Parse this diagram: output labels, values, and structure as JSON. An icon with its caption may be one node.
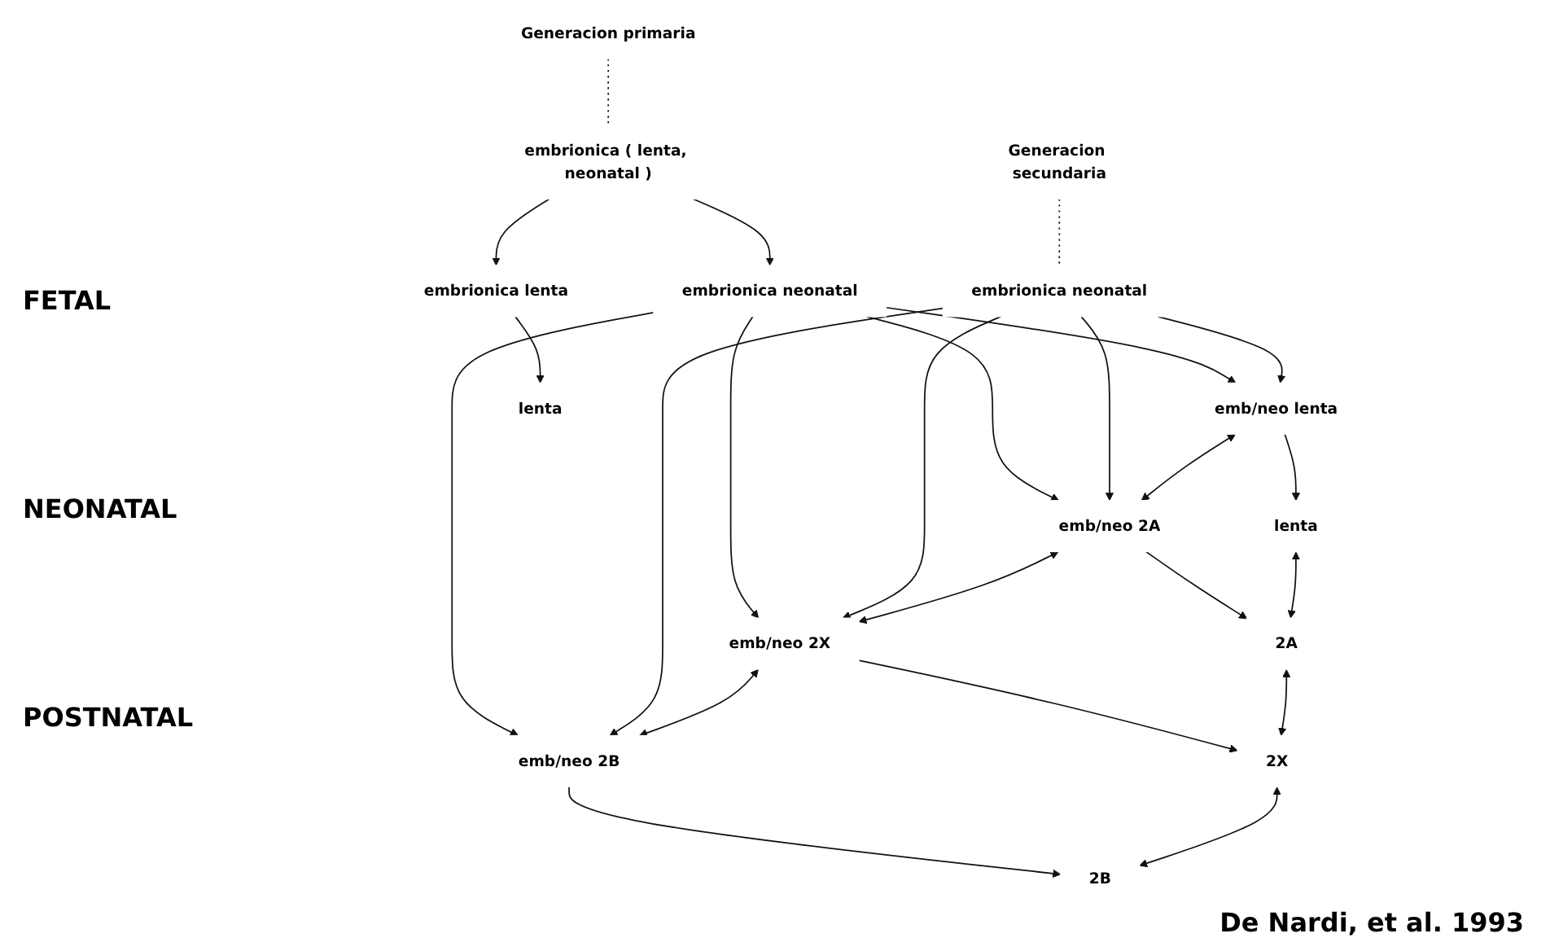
{
  "diagram": {
    "caption": "De Nardi, et al. 1993",
    "nodes": [
      {
        "text": [
          "Generacion primaria"
        ]
      },
      {
        "text": [
          "Generacion secundaria"
        ]
      },
      {
        "text": [
          "embrionica ( lenta, neonatal )"
        ]
      },
      {
        "text": [
          "embrionica lenta"
        ]
      },
      {
        "text": [
          "embrionica neonatal"
        ]
      },
      {
        "text": [
          "embrionica neonatal"
        ]
      },
      {
        "text": [
          "emb/neo lenta"
        ]
      },
      {
        "text": [
          "emb/neo 2A"
        ]
      },
      {
        "text": [
          "emb/neo 2X"
        ]
      },
      {
        "text": [
          "emb/neo 2B"
        ]
      },
      {
        "text": [
          "lenta"
        ]
      },
      {
        "text": [
          "lenta"
        ]
      },
      {
        "text": [
          "2A"
        ]
      },
      {
        "text": [
          "2X"
        ]
      },
      {
        "text": [
          "2B"
        ]
      }
    ],
    "edges": [
      {
        "from": 0,
        "to": 2,
        "arrow": "none",
        "style": "dashed"
      },
      {
        "from": 1,
        "to": 5,
        "arrow": "none",
        "style": "dashed"
      },
      {
        "from": 2,
        "to": 3,
        "arrow": "to"
      },
      {
        "from": 2,
        "to": 4,
        "arrow": "to"
      },
      {
        "from": 4,
        "to": 6,
        "arrow": "to"
      },
      {
        "from": 4,
        "to": 7,
        "arrow": "to"
      },
      {
        "from": 4,
        "to": 8,
        "arrow": "to"
      },
      {
        "from": 4,
        "to": 9,
        "arrow": "to"
      },
      {
        "from": 5,
        "to": 6,
        "arrow": "to"
      },
      {
        "from": 5,
        "to": 7,
        "arrow": "to"
      },
      {
        "from": 5,
        "to": 8,
        "arrow": "to"
      },
      {
        "from": 5,
        "to": 9,
        "arrow": "to"
      },
      {
        "from": 6,
        "to": 7,
        "arrow": "both"
      },
      {
        "from": 7,
        "to": 8,
        "arrow": "both"
      },
      {
        "from": 8,
        "to": 9,
        "arrow": "both"
      },
      {
        "from": 3,
        "to": 10,
        "arrow": "to"
      },
      {
        "from": 6,
        "to": 11,
        "arrow": "to"
      },
      {
        "from": 7,
        "to": 12,
        "arrow": "to"
      },
      {
        "from": 8,
        "to": 13,
        "arrow": "to"
      },
      {
        "from": 9,
        "to": 14,
        "arrow": "to"
      },
      {
        "from": 11,
        "to": 12,
        "arrow": "both"
      },
      {
        "from": 12,
        "to": 13,
        "arrow": "both"
      },
      {
        "from": 13,
        "to": 14,
        "arrow": "both"
      }
    ],
    "labels": [
      "FETAL",
      "NEONATAL",
      "POSTNATAL"
    ]
  }
}
